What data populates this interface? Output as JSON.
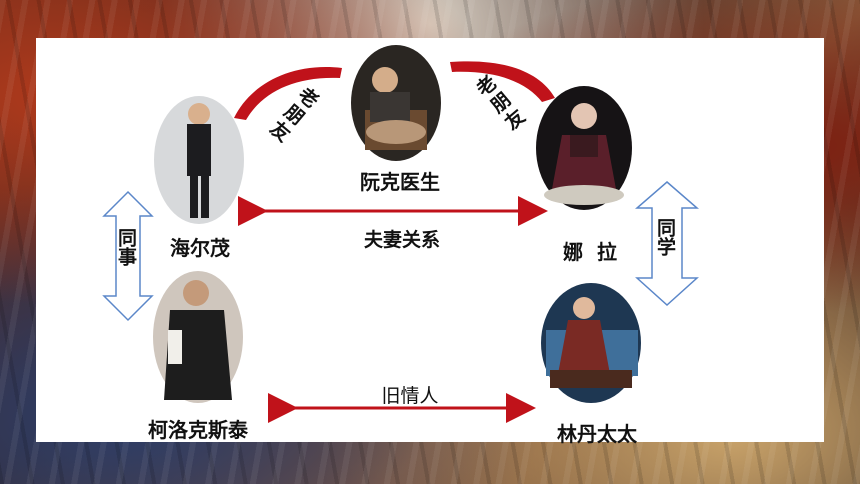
{
  "characters": {
    "ruanke": "阮克医生",
    "haier": "海尔茂",
    "nala": "娜  拉",
    "keluo": "柯洛克斯泰",
    "lindan": "林丹太太"
  },
  "relations": {
    "friend_left": "老朋友",
    "friend_right": "老朋友",
    "spouse": "夫妻关系",
    "colleague": "同事",
    "classmate": "同学",
    "old_flame": "旧情人"
  },
  "colors": {
    "arrow_red": "#c0121a",
    "outline_arrow": "#5b87c9"
  }
}
